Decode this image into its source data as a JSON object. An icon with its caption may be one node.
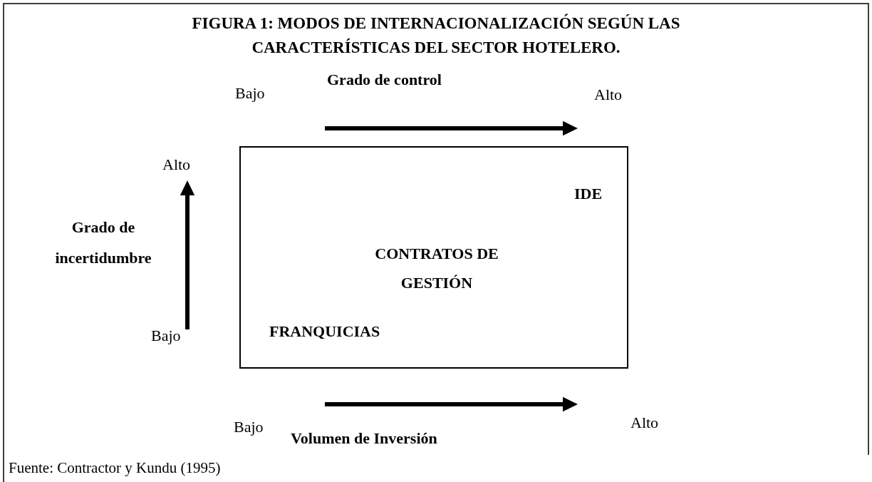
{
  "diagram": {
    "title": "FIGURA 1: MODOS DE INTERNACIONALIZACIÓN SEGÚN LAS CARACTERÍSTICAS DEL SECTOR HOTELERO.",
    "caption": "Fuente: Contractor y Kundu (1995)",
    "nodes": [
      {
        "text": [
          "IDE",
          "CONTRATOS DE GESTIÓN",
          "FRANQUICIAS"
        ]
      }
    ],
    "edges": [],
    "labels": [
      "Grado de control",
      "Bajo",
      "Alto",
      "Alto",
      "Grado de incertidumbre",
      "Bajo",
      "Alto",
      "Bajo",
      "Volumen de Inversión"
    ]
  }
}
